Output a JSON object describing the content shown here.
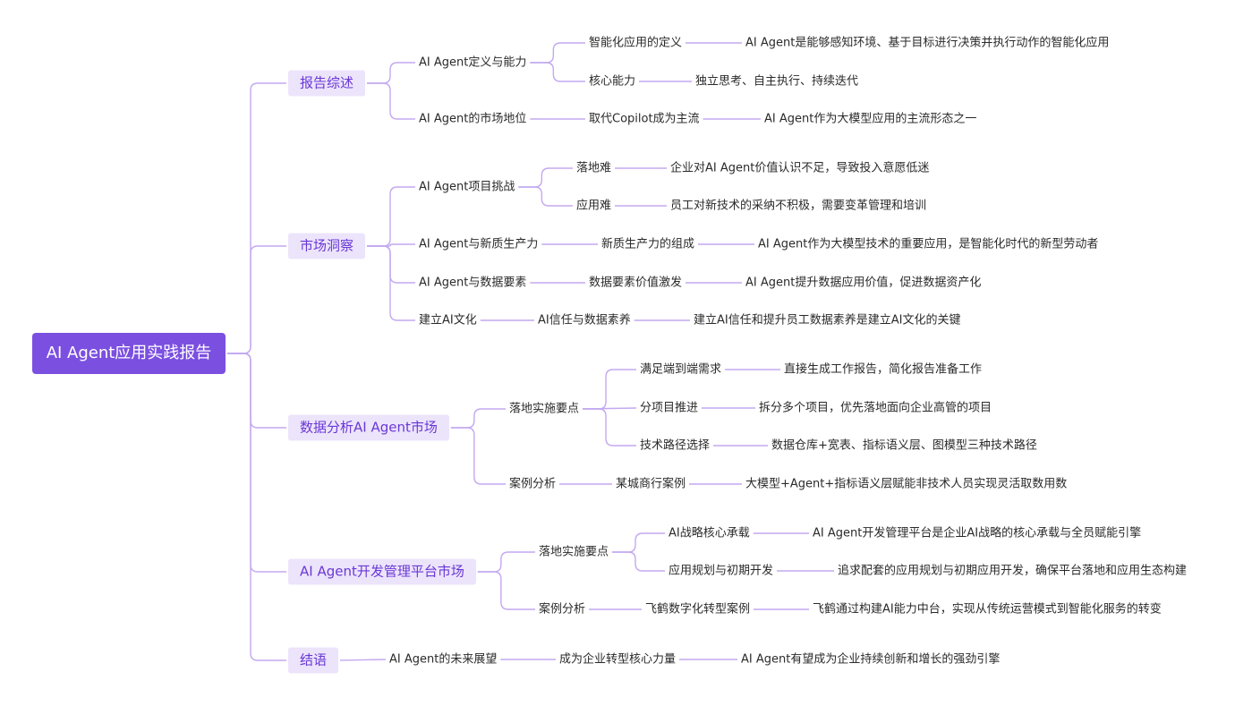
{
  "mindmap": {
    "root": "AI Agent应用实践报告",
    "branches": [
      {
        "label": "报告综述",
        "children": [
          {
            "label": "AI Agent定义与能力",
            "children": [
              {
                "label": "智能化应用的定义",
                "children": [
                  {
                    "label": "AI Agent是能够感知环境、基于目标进行决策并执行动作的智能化应用"
                  }
                ]
              },
              {
                "label": "核心能力",
                "children": [
                  {
                    "label": "独立思考、自主执行、持续迭代"
                  }
                ]
              }
            ]
          },
          {
            "label": "AI Agent的市场地位",
            "children": [
              {
                "label": "取代Copilot成为主流",
                "children": [
                  {
                    "label": "AI Agent作为大模型应用的主流形态之一"
                  }
                ]
              }
            ]
          }
        ]
      },
      {
        "label": "市场洞察",
        "children": [
          {
            "label": "AI Agent项目挑战",
            "children": [
              {
                "label": "落地难",
                "children": [
                  {
                    "label": "企业对AI Agent价值认识不足，导致投入意愿低迷"
                  }
                ]
              },
              {
                "label": "应用难",
                "children": [
                  {
                    "label": "员工对新技术的采纳不积极，需要变革管理和培训"
                  }
                ]
              }
            ]
          },
          {
            "label": "AI Agent与新质生产力",
            "children": [
              {
                "label": "新质生产力的组成",
                "children": [
                  {
                    "label": "AI Agent作为大模型技术的重要应用，是智能化时代的新型劳动者"
                  }
                ]
              }
            ]
          },
          {
            "label": "AI Agent与数据要素",
            "children": [
              {
                "label": "数据要素价值激发",
                "children": [
                  {
                    "label": "AI Agent提升数据应用价值，促进数据资产化"
                  }
                ]
              }
            ]
          },
          {
            "label": "建立AI文化",
            "children": [
              {
                "label": "AI信任与数据素养",
                "children": [
                  {
                    "label": "建立AI信任和提升员工数据素养是建立AI文化的关键"
                  }
                ]
              }
            ]
          }
        ]
      },
      {
        "label": "数据分析AI Agent市场",
        "children": [
          {
            "label": "落地实施要点",
            "children": [
              {
                "label": "满足端到端需求",
                "children": [
                  {
                    "label": "直接生成工作报告，简化报告准备工作"
                  }
                ]
              },
              {
                "label": "分项目推进",
                "children": [
                  {
                    "label": "拆分多个项目，优先落地面向企业高管的项目"
                  }
                ]
              },
              {
                "label": "技术路径选择",
                "children": [
                  {
                    "label": "数据仓库+宽表、指标语义层、图模型三种技术路径"
                  }
                ]
              }
            ]
          },
          {
            "label": "案例分析",
            "children": [
              {
                "label": "某城商行案例",
                "children": [
                  {
                    "label": "大模型+Agent+指标语义层赋能非技术人员实现灵活取数用数"
                  }
                ]
              }
            ]
          }
        ]
      },
      {
        "label": "AI Agent开发管理平台市场",
        "children": [
          {
            "label": "落地实施要点",
            "children": [
              {
                "label": "AI战略核心承载",
                "children": [
                  {
                    "label": "AI Agent开发管理平台是企业AI战略的核心承载与全员赋能引擎"
                  }
                ]
              },
              {
                "label": "应用规划与初期开发",
                "children": [
                  {
                    "label": "追求配套的应用规划与初期应用开发，确保平台落地和应用生态构建"
                  }
                ]
              }
            ]
          },
          {
            "label": "案例分析",
            "children": [
              {
                "label": "飞鹤数字化转型案例",
                "children": [
                  {
                    "label": "飞鹤通过构建AI能力中台，实现从传统运营模式到智能化服务的转变"
                  }
                ]
              }
            ]
          }
        ]
      },
      {
        "label": "结语",
        "children": [
          {
            "label": "AI Agent的未来展望",
            "children": [
              {
                "label": "成为企业转型核心力量",
                "children": [
                  {
                    "label": "AI Agent有望成为企业持续创新和增长的强劲引擎"
                  }
                ]
              }
            ]
          }
        ]
      }
    ]
  },
  "colors": {
    "accent": "#7b4fe0",
    "branch_bg": "#ece4fb",
    "branch_text": "#6a38d6",
    "connector": "#c3a9f0",
    "text": "#2a2a2a"
  }
}
